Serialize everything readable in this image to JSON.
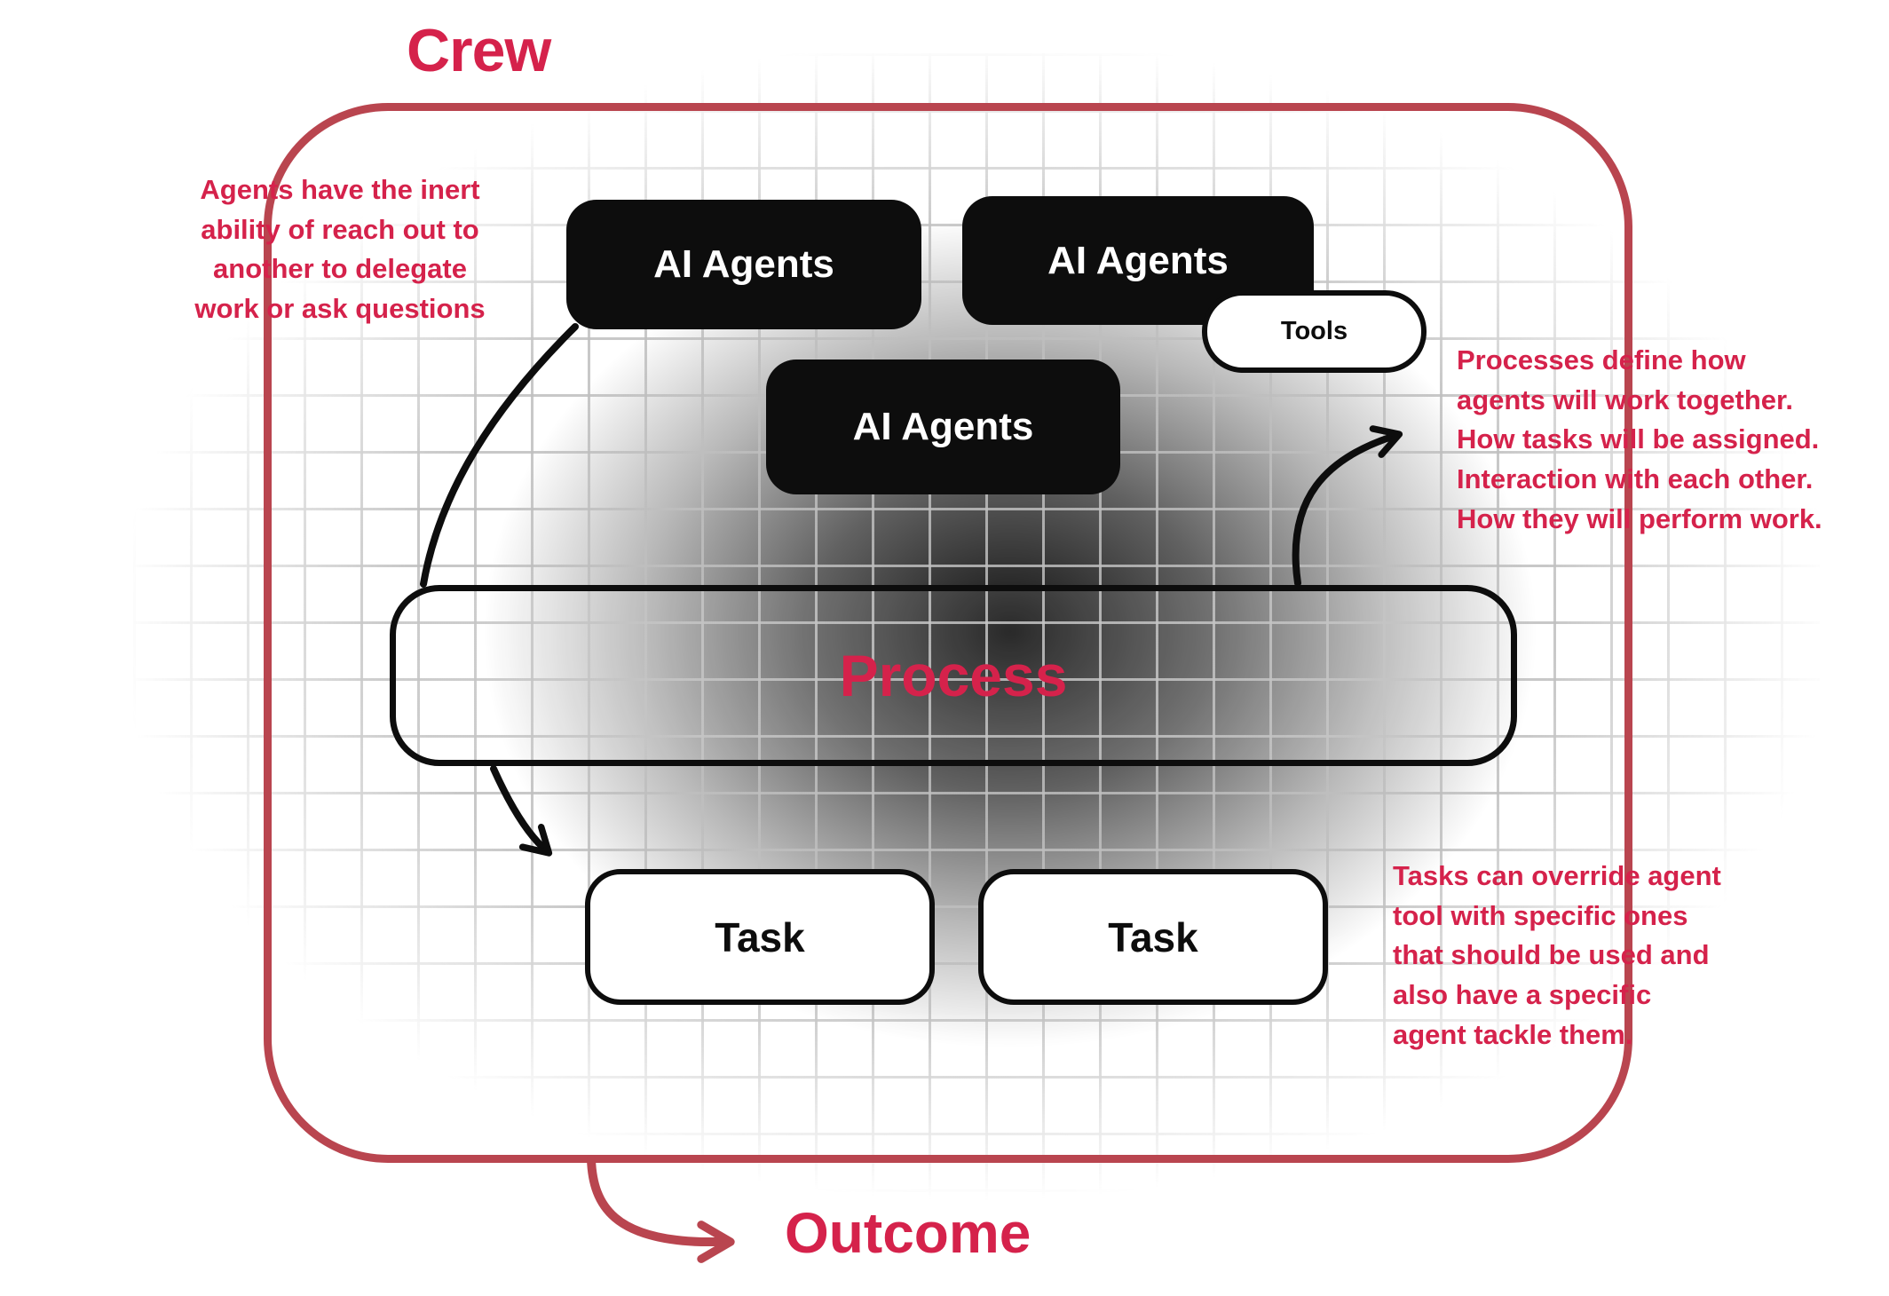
{
  "title": {
    "crew": "Crew",
    "outcome": "Outcome"
  },
  "nodes": {
    "agents": [
      "AI Agents",
      "AI Agents",
      "AI Agents"
    ],
    "tools": "Tools",
    "process": "Process",
    "tasks": [
      "Task",
      "Task"
    ]
  },
  "annotations": {
    "left": "Agents have the inert\nability of reach out to\nanother to delegate\nwork or ask questions",
    "right_top": "Processes define how\nagents will work together.\nHow tasks will be assigned.\nInteraction with each other.\nHow they will perform work.",
    "right_bottom": "Tasks can override agent\ntool with specific ones\nthat should be used and\nalso have a specific\nagent tackle them."
  },
  "colors": {
    "accent_text": "#d5224b",
    "crew_border": "#b9454f",
    "node_black": "#0d0d0d",
    "grid_line": "#bebebe",
    "node_white": "#ffffff"
  }
}
